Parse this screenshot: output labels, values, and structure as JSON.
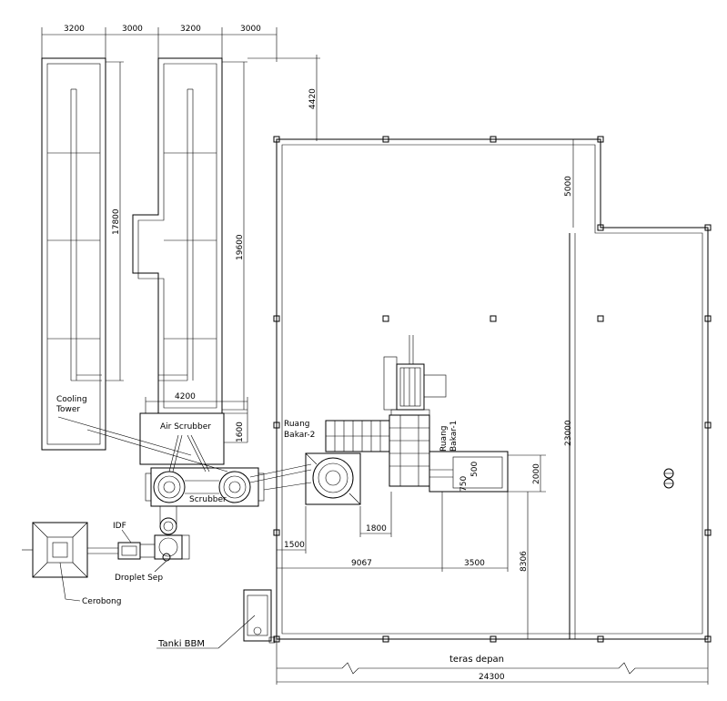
{
  "labels": {
    "cooling_tower": [
      "Cooling",
      "Tower"
    ],
    "air_scrubber": "Air Scrubber",
    "scrubber": "Scrubber",
    "ruang_bakar_2": [
      "Ruang",
      "Bakar-2"
    ],
    "ruang_bakar_1": [
      "Ruang",
      "Bakar-1"
    ],
    "idf": "IDF",
    "droplet_sep": "Droplet Sep",
    "cerobong": "Cerobong",
    "tanki_bbm": "Tanki BBM",
    "teras_depan": "teras depan"
  },
  "dimensions": {
    "top_3200_a": "3200",
    "top_3000_a": "3000",
    "top_3200_b": "3200",
    "top_3000_b": "3000",
    "d_4420": "4420",
    "d_17800": "17800",
    "d_19600": "19600",
    "d_5000": "5000",
    "d_23000": "23000",
    "d_4200": "4200",
    "d_1600": "1600",
    "d_2000": "2000",
    "d_500": "500",
    "d_750": "750",
    "d_1800": "1800",
    "d_1500": "1500",
    "d_9067": "9067",
    "d_3500": "3500",
    "d_8306": "8306",
    "d_24300": "24300"
  },
  "colors": {
    "line": "#000000",
    "background": "#ffffff"
  }
}
